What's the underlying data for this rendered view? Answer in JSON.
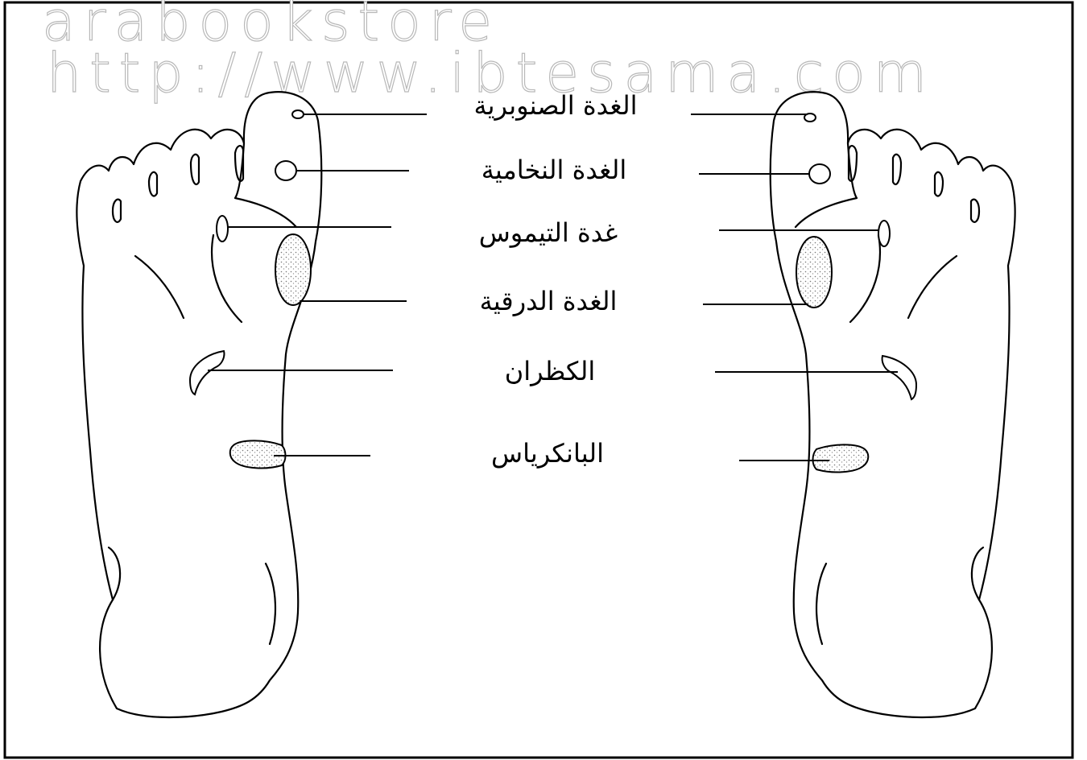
{
  "watermark": {
    "line1": "arabookstore",
    "line2": "http://www.ibtesama.com"
  },
  "glands": [
    {
      "id": "pineal",
      "label": "الغدة الصنوبرية"
    },
    {
      "id": "pituitary",
      "label": "الغدة النخامية"
    },
    {
      "id": "thymus",
      "label": "غدة التيموس"
    },
    {
      "id": "thyroid",
      "label": "الغدة الدرقية"
    },
    {
      "id": "spleen",
      "label": "الكظران"
    },
    {
      "id": "pancreas",
      "label": "البانكرياس"
    }
  ],
  "colors": {
    "line": "#000000",
    "background": "#ffffff",
    "watermark": "#b8b8b8"
  }
}
